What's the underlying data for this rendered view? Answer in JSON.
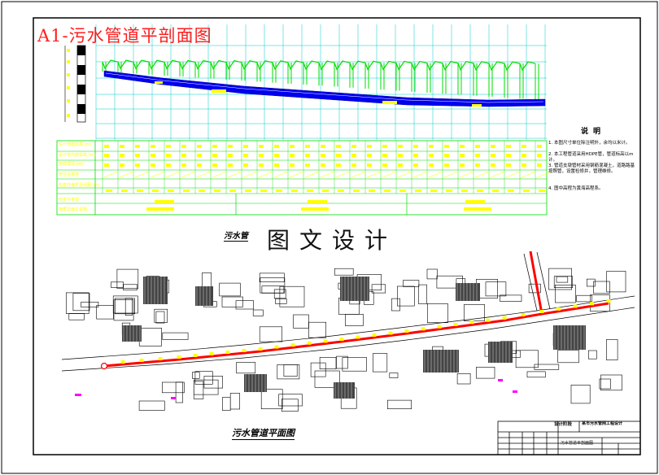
{
  "drawing": {
    "title": "A1-污水管道平剖面图",
    "header": "图文设计",
    "profile_label": "污水管",
    "plan_label": "污水管道平面图"
  },
  "notes": {
    "title": "说明",
    "items": [
      "1. 本图尺寸单位除注明外，余均以米计。",
      "2. 本工程管道采用HDPE管，管道标高以m计。",
      "3. 管道支墩管材采用钢筋混凝土，道路路基按照管，设置检修井，管理维修。",
      "4. 图中高程为黄海高程系。"
    ]
  },
  "profile_table": {
    "row_labels": [
      "设计地面标高 (m)",
      "设计管内底标高 (m)",
      "管底埋深 (m)",
      "管径及坡度",
      "检查井编号及间距 (m)",
      "检查井类型",
      "地质及施工说明"
    ]
  },
  "title_block": {
    "project": "设计阶段",
    "drawing_name": "某市污水管网工程设计",
    "sheet": "污水管道平剖面图"
  },
  "colors": {
    "grid": "#00cccc",
    "ground": "#00dd00",
    "pipe": "#0000ff",
    "label": "#ffff00",
    "sewer_plan": "#ff0000",
    "manhole": "#ffff00",
    "title": "#ff1e1e"
  }
}
